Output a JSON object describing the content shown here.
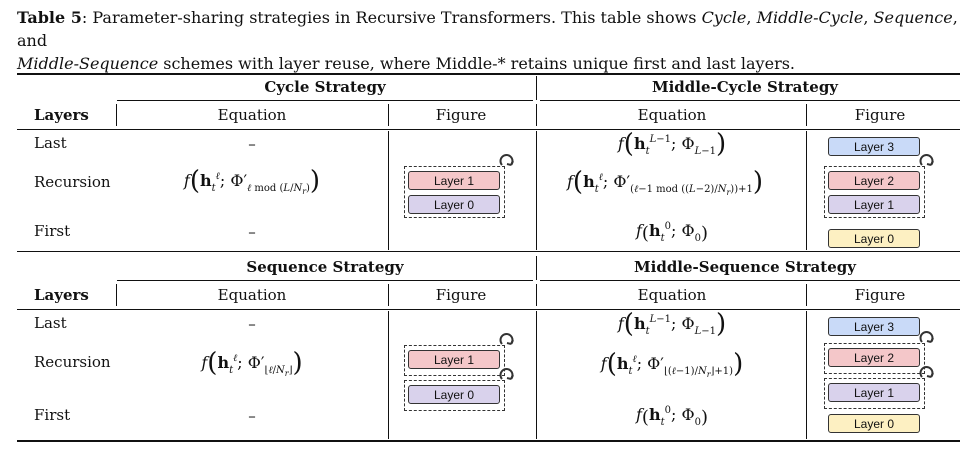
{
  "caption": {
    "label": "Table 5",
    "text": ": Parameter-sharing strategies in Recursive Transformers.  This table shows ",
    "cycle": "Cycle",
    "sep1": ", ",
    "middle_cycle": "Middle-Cycle",
    "sep2": ", ",
    "sequence": "Sequence",
    "sep3": ", and",
    "middle_sequence": "Middle-Sequence",
    "tail": " schemes with layer reuse, where Middle-* retains unique first and last layers."
  },
  "top": {
    "cycle_title": "Cycle Strategy",
    "mcycle_title": "Middle-Cycle Strategy",
    "layers": "Layers",
    "equation": "Equation",
    "figure": "Figure",
    "rows": [
      "Last",
      "Recursion",
      "First"
    ],
    "dash": "–"
  },
  "bottom": {
    "seq_title": "Sequence Strategy",
    "mseq_title": "Middle-Sequence Strategy",
    "layers": "Layers",
    "equation": "Equation",
    "figure": "Figure",
    "rows": [
      "Last",
      "Recursion",
      "First"
    ],
    "dash": "–"
  },
  "figures": {
    "layer3": "Layer 3",
    "layer2": "Layer 2",
    "layer1": "Layer 1",
    "layer0": "Layer 0"
  },
  "colors": {
    "layer3": "#c9daf8",
    "layer2": "#f4c7c9",
    "layer1": "#d9d2ec",
    "layer0": "#fdf0c2"
  }
}
